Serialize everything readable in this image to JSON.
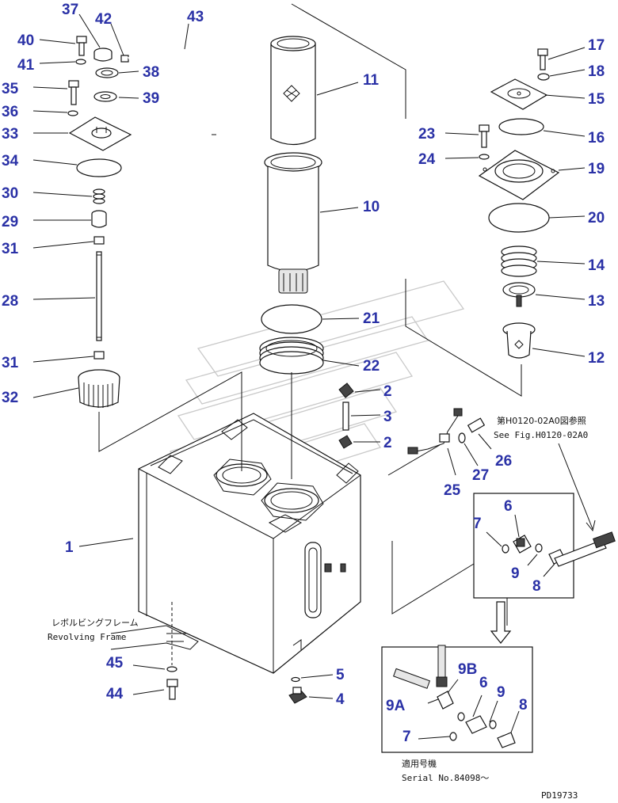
{
  "callouts": [
    {
      "label": "1"
    },
    {
      "label": "2"
    },
    {
      "label": "2"
    },
    {
      "label": "3"
    },
    {
      "label": "4"
    },
    {
      "label": "5"
    },
    {
      "label": "6"
    },
    {
      "label": "6"
    },
    {
      "label": "7"
    },
    {
      "label": "7"
    },
    {
      "label": "8"
    },
    {
      "label": "8"
    },
    {
      "label": "9"
    },
    {
      "label": "9"
    },
    {
      "label": "9A"
    },
    {
      "label": "9B"
    },
    {
      "label": "10"
    },
    {
      "label": "11"
    },
    {
      "label": "12"
    },
    {
      "label": "13"
    },
    {
      "label": "14"
    },
    {
      "label": "15"
    },
    {
      "label": "16"
    },
    {
      "label": "17"
    },
    {
      "label": "18"
    },
    {
      "label": "19"
    },
    {
      "label": "20"
    },
    {
      "label": "21"
    },
    {
      "label": "22"
    },
    {
      "label": "23"
    },
    {
      "label": "24"
    },
    {
      "label": "25"
    },
    {
      "label": "26"
    },
    {
      "label": "27"
    },
    {
      "label": "28"
    },
    {
      "label": "29"
    },
    {
      "label": "30"
    },
    {
      "label": "31"
    },
    {
      "label": "31"
    },
    {
      "label": "32"
    },
    {
      "label": "33"
    },
    {
      "label": "34"
    },
    {
      "label": "35"
    },
    {
      "label": "36"
    },
    {
      "label": "37"
    },
    {
      "label": "38"
    },
    {
      "label": "39"
    },
    {
      "label": "40"
    },
    {
      "label": "41"
    },
    {
      "label": "42"
    },
    {
      "label": "43"
    },
    {
      "label": "44"
    },
    {
      "label": "45"
    }
  ],
  "notes": {
    "see_fig_jp": "第H0120-02A0図参照",
    "see_fig_en": "See Fig.H0120-02A0",
    "revolving_frame_jp": "レボルビングフレーム",
    "revolving_frame_en": "Revolving Frame",
    "serial_jp": "適用号機",
    "serial_en": "Serial No.84098～",
    "drawing_no": "PD19733"
  }
}
